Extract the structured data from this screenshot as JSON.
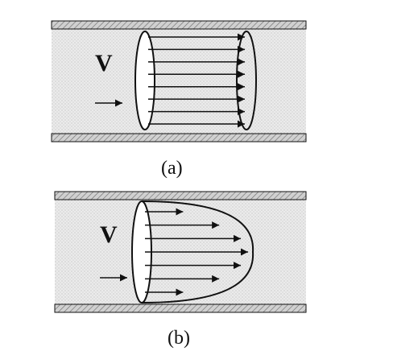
{
  "colors": {
    "fluid_fill": "#e8e8e8",
    "wall_fill": "#b9b9b9",
    "stroke": "#111111",
    "background": "#ffffff"
  },
  "panel_a": {
    "velocity_label": "V",
    "caption": "(a)",
    "profile": "uniform",
    "arrow_count": 8
  },
  "panel_b": {
    "velocity_label": "V",
    "caption": "(b)",
    "profile": "parabolic",
    "arrow_count": 7
  }
}
